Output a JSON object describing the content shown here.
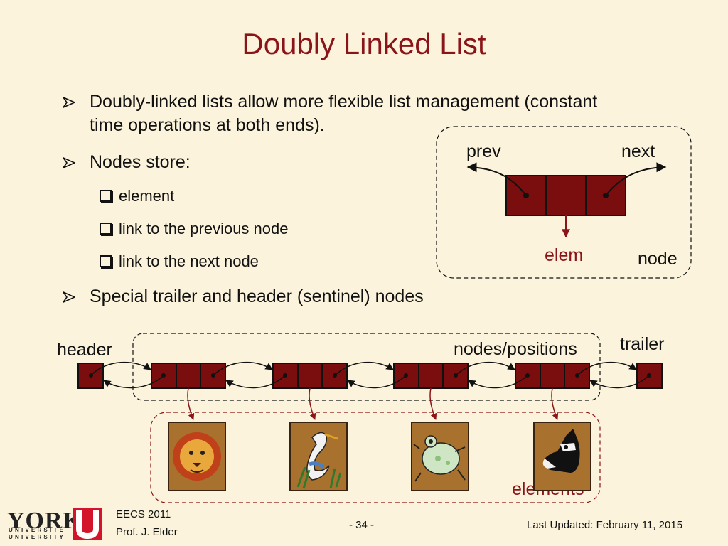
{
  "slide": {
    "title": "Doubly Linked List"
  },
  "bullets": [
    {
      "line1": "Doubly-linked lists allow more flexible list management (constant",
      "line2": "time operations at both ends)."
    },
    {
      "line1": "Nodes store:"
    },
    {
      "line1": "Special trailer and header (sentinel) nodes"
    }
  ],
  "sub_bullets": [
    "element",
    "link to the previous node",
    "link to the next node"
  ],
  "node_diagram": {
    "prev_label": "prev",
    "next_label": "next",
    "elem_label": "elem",
    "node_label": "node"
  },
  "list_diagram": {
    "header_label": "header",
    "trailer_label": "trailer",
    "nodes_label": "nodes/positions",
    "elements_label": "elements",
    "element_icons": [
      "lion-icon",
      "heron-icon",
      "frog-icon",
      "horse-icon"
    ]
  },
  "colors": {
    "background": "#fbf3dc",
    "title": "#8b1419",
    "node_fill": "#7a0d0d",
    "accent": "#8b1419"
  },
  "footer": {
    "logo_text": "YORK",
    "logo_subtext": "UNIVERSITÉ UNIVERSITY",
    "course": "EECS 2011",
    "author": "Prof. J. Elder",
    "page": "- 34 -",
    "updated": "Last Updated:  February 11, 2015"
  }
}
